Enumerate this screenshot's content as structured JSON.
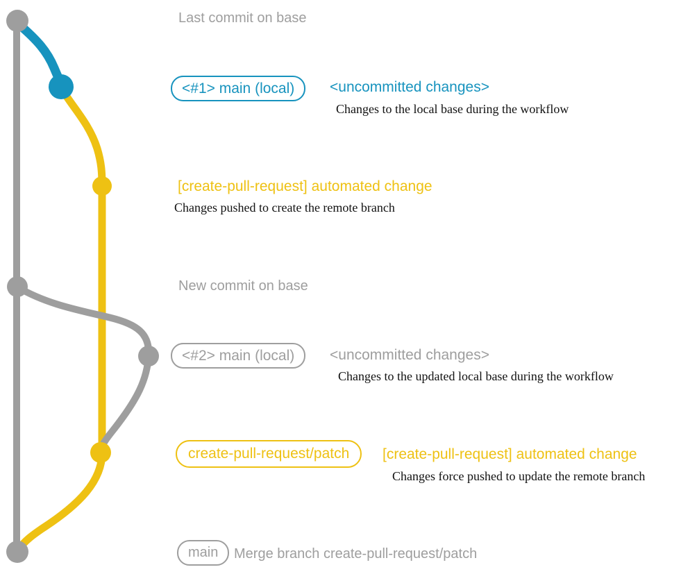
{
  "colors": {
    "gray": "#9e9e9e",
    "blue": "#1793be",
    "yellow": "#eec113",
    "black": "#111111",
    "background": "#ffffff"
  },
  "graph": {
    "base_branch": "base",
    "node_names": [
      "last-commit-on-base",
      "local-main-1-commit",
      "remote-branch-created-commit",
      "new-commit-on-base",
      "local-main-2-commit",
      "remote-branch-updated-commit",
      "merge-commit"
    ]
  },
  "annotations": {
    "last_commit": "Last commit on base",
    "branch1_label": "<#1> main (local)",
    "branch1_status": "<uncommitted changes>",
    "branch1_caption": "Changes to the local base during the workflow",
    "push1_title": "[create-pull-request] automated change",
    "push1_caption": "Changes pushed to create the remote branch",
    "new_commit": "New commit on base",
    "branch2_label": "<#2> main (local)",
    "branch2_status": "<uncommitted changes>",
    "branch2_caption": "Changes to the updated local base during the workflow",
    "patch_branch_label": "create-pull-request/patch",
    "push2_title": "[create-pull-request] automated change",
    "push2_caption": "Changes force pushed to update the remote branch",
    "main_label": "main",
    "merge_caption": "Merge branch create-pull-request/patch"
  }
}
